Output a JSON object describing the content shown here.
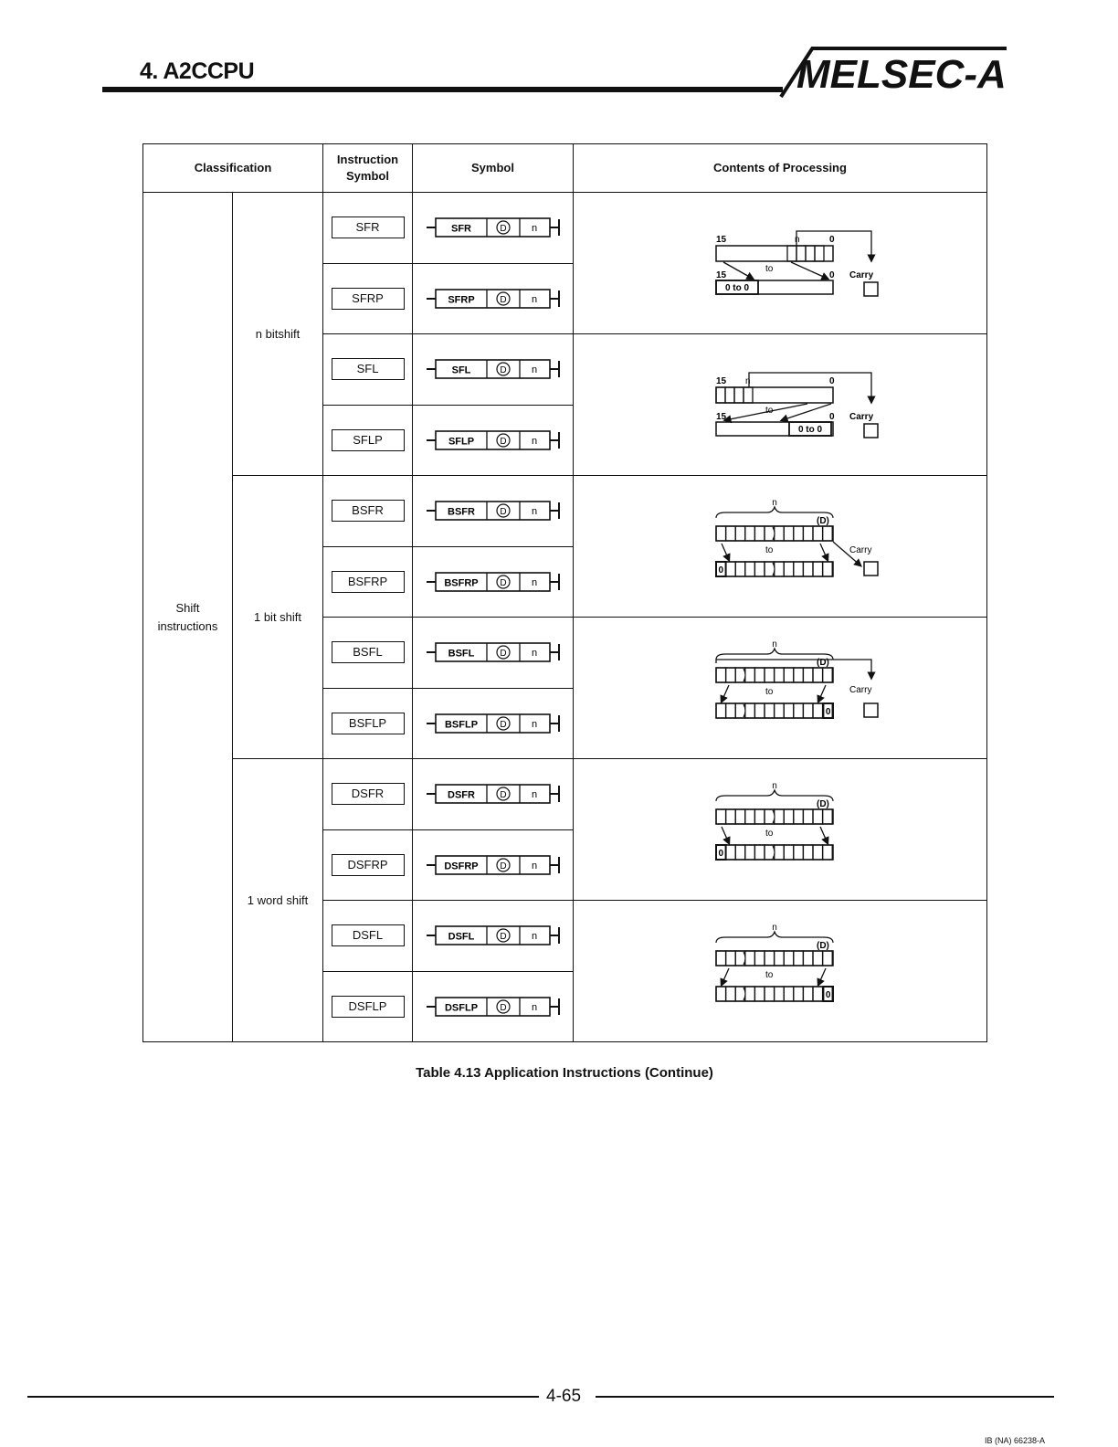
{
  "header": {
    "section_title": "4. A2CCPU",
    "brand": "MELSEC-A"
  },
  "table": {
    "columns": [
      "Classification",
      "Instruction Symbol",
      "Symbol",
      "Contents of Processing"
    ],
    "classification": "Shift instructions",
    "groups": [
      {
        "name": "n bitshift"
      },
      {
        "name": "1 bit shift"
      },
      {
        "name": "1 word shift"
      }
    ],
    "rows": [
      {
        "instruction": "SFR",
        "symbol_name": "SFR",
        "operand1": "D",
        "operand2": "n"
      },
      {
        "instruction": "SFRP",
        "symbol_name": "SFRP",
        "operand1": "D",
        "operand2": "n"
      },
      {
        "instruction": "SFL",
        "symbol_name": "SFL",
        "operand1": "D",
        "operand2": "n"
      },
      {
        "instruction": "SFLP",
        "symbol_name": "SFLP",
        "operand1": "D",
        "operand2": "n"
      },
      {
        "instruction": "BSFR",
        "symbol_name": "BSFR",
        "operand1": "D",
        "operand2": "n"
      },
      {
        "instruction": "BSFRP",
        "symbol_name": "BSFRP",
        "operand1": "D",
        "operand2": "n"
      },
      {
        "instruction": "BSFL",
        "symbol_name": "BSFL",
        "operand1": "D",
        "operand2": "n"
      },
      {
        "instruction": "BSFLP",
        "symbol_name": "BSFLP",
        "operand1": "D",
        "operand2": "n"
      },
      {
        "instruction": "DSFR",
        "symbol_name": "DSFR",
        "operand1": "D",
        "operand2": "n"
      },
      {
        "instruction": "DSFRP",
        "symbol_name": "DSFRP",
        "operand1": "D",
        "operand2": "n"
      },
      {
        "instruction": "DSFL",
        "symbol_name": "DSFL",
        "operand1": "D",
        "operand2": "n"
      },
      {
        "instruction": "DSFLP",
        "symbol_name": "DSFLP",
        "operand1": "D",
        "operand2": "n"
      }
    ],
    "processing": {
      "sfr": {
        "bit_hi": "15",
        "bit_n": "n",
        "bit_lo": "0",
        "to": "to",
        "carry": "Carry",
        "fill": "0 to 0"
      },
      "sfl": {
        "bit_hi": "15",
        "bit_n": "n",
        "bit_lo": "0",
        "to": "to",
        "carry": "Carry",
        "fill": "0 to 0"
      },
      "bsfr": {
        "n": "n",
        "dev": "(D)",
        "to": "to",
        "carry": "Carry",
        "zero": "0"
      },
      "bsfl": {
        "n": "n",
        "dev": "(D)",
        "to": "to",
        "carry": "Carry",
        "zero": "0"
      },
      "dsfr": {
        "n": "n",
        "dev": "(D)",
        "to": "to",
        "zero": "0"
      },
      "dsfl": {
        "n": "n",
        "dev": "(D)",
        "to": "to",
        "zero": "0"
      }
    }
  },
  "caption": "Table 4.13 Application Instructions (Continue)",
  "footer": {
    "page": "4-65",
    "doc_id": "IB (NA) 66238-A"
  }
}
